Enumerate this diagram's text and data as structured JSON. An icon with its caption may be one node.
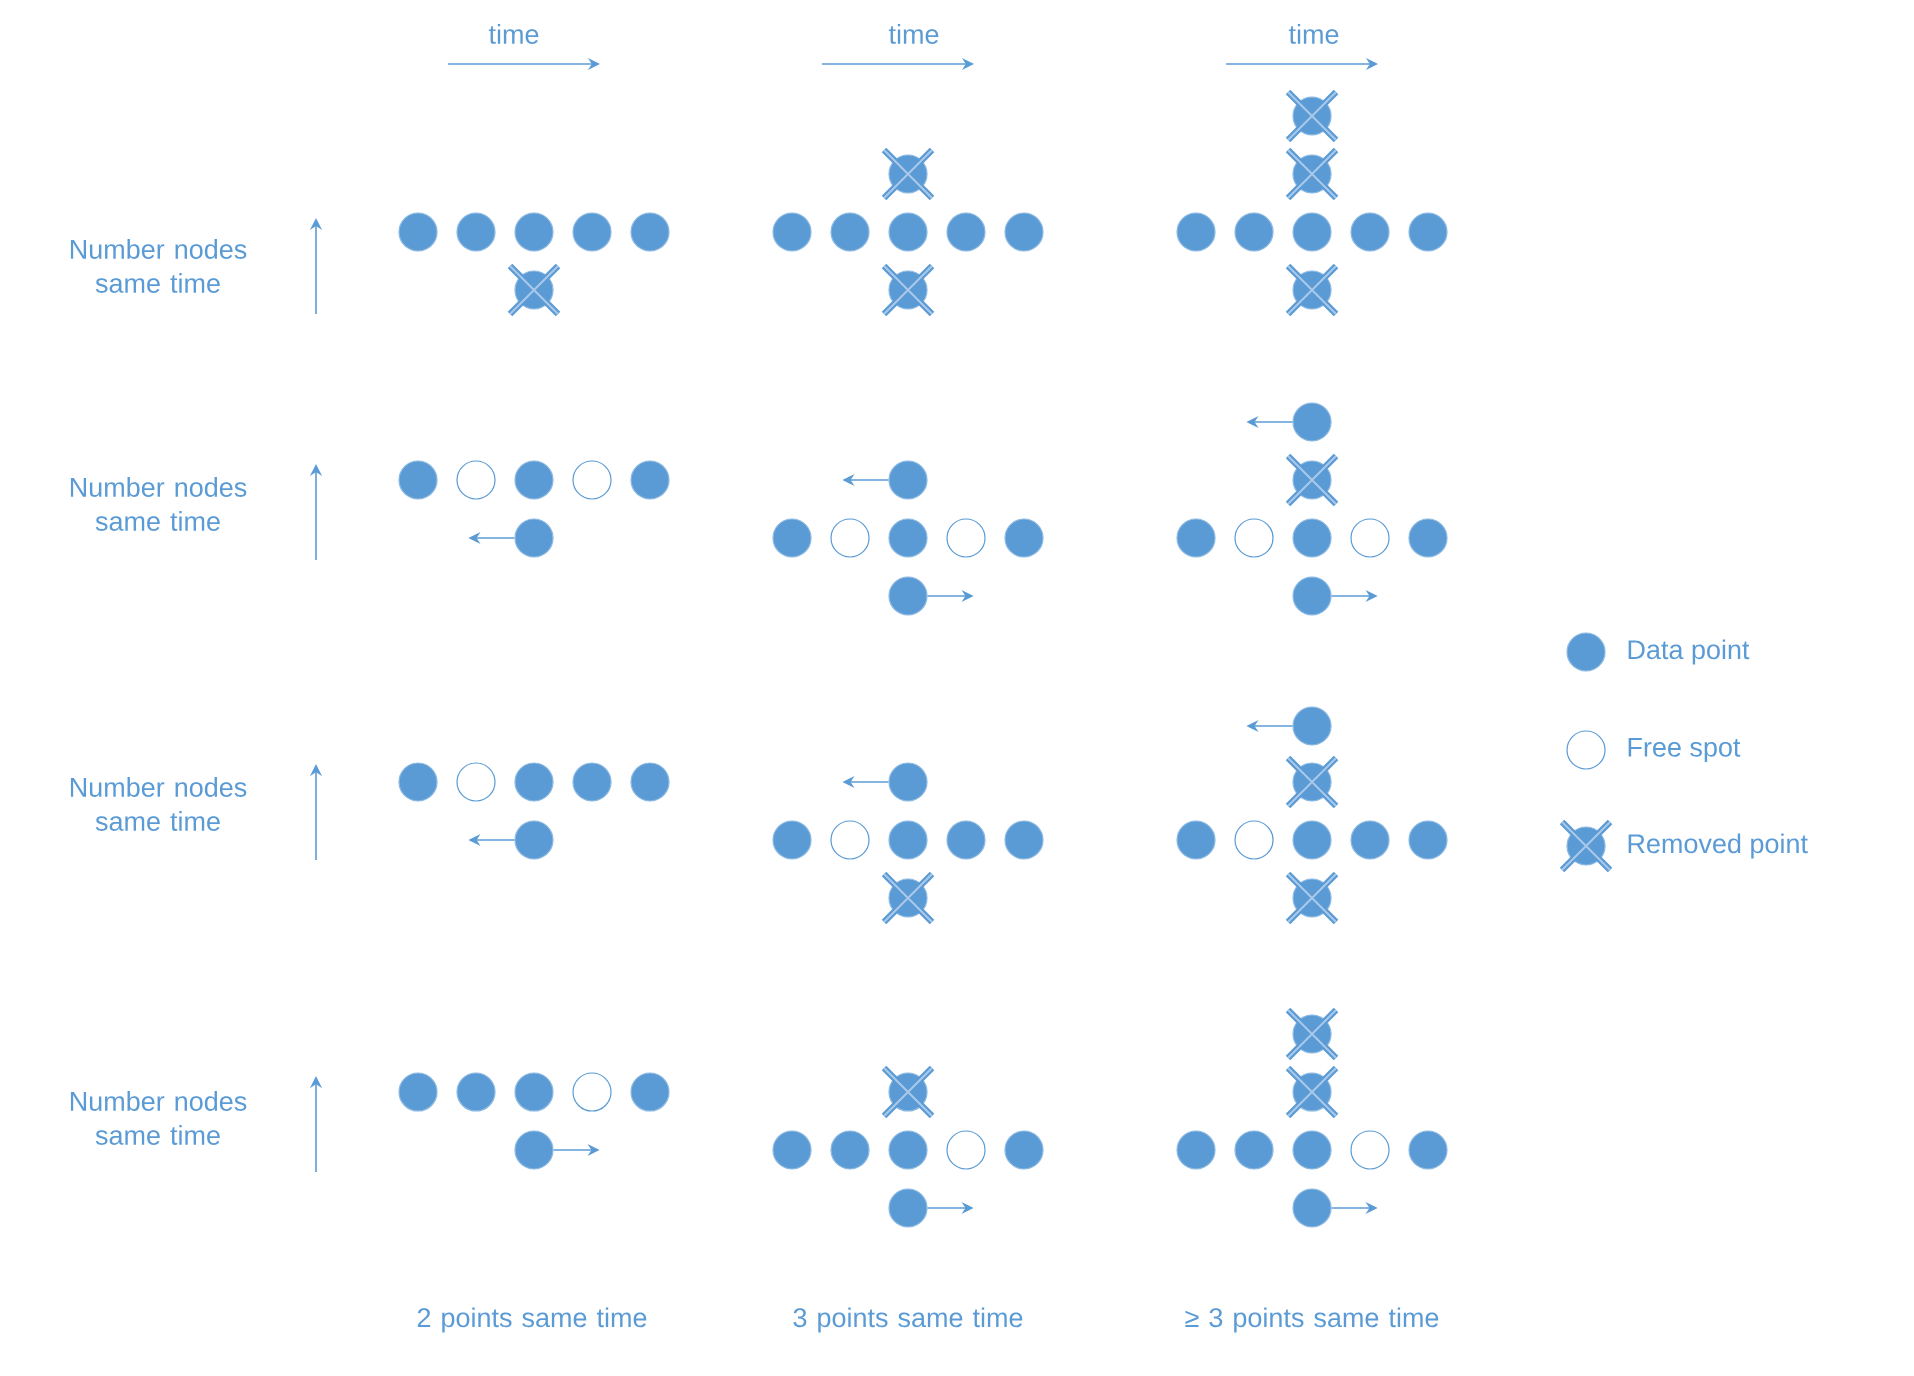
{
  "diagram": {
    "nodes": [
      {
        "text": [],
        "shape": "circle"
      },
      {
        "text": [],
        "shape": "circle"
      },
      {
        "text": [],
        "shape": "circle"
      },
      {
        "text": [],
        "shape": "circle"
      },
      {
        "text": [],
        "shape": "circle"
      },
      {
        "text": [],
        "shape": "cross"
      },
      {
        "text": [],
        "shape": "cross"
      },
      {
        "text": [],
        "shape": "circle"
      },
      {
        "text": [],
        "shape": "circle"
      },
      {
        "text": [],
        "shape": "circle"
      },
      {
        "text": [],
        "shape": "circle"
      },
      {
        "text": [],
        "shape": "circle"
      },
      {
        "text": [],
        "shape": "cross"
      },
      {
        "text": [],
        "shape": "cross"
      },
      {
        "text": [],
        "shape": "cross"
      },
      {
        "text": [],
        "shape": "circle"
      },
      {
        "text": [],
        "shape": "circle"
      },
      {
        "text": [],
        "shape": "circle"
      },
      {
        "text": [],
        "shape": "circle"
      },
      {
        "text": [],
        "shape": "circle"
      },
      {
        "text": [],
        "shape": "cross"
      },
      {
        "text": [],
        "shape": "circle"
      },
      {
        "text": [],
        "shape": "ring"
      },
      {
        "text": [],
        "shape": "circle"
      },
      {
        "text": [],
        "shape": "ring"
      },
      {
        "text": [],
        "shape": "circle"
      },
      {
        "text": [],
        "shape": "circle"
      },
      {
        "text": [],
        "shape": "circle"
      },
      {
        "text": [],
        "shape": "circle"
      },
      {
        "text": [],
        "shape": "ring"
      },
      {
        "text": [],
        "shape": "circle"
      },
      {
        "text": [],
        "shape": "ring"
      },
      {
        "text": [],
        "shape": "circle"
      },
      {
        "text": [],
        "shape": "circle"
      },
      {
        "text": [],
        "shape": "circle"
      },
      {
        "text": [],
        "shape": "cross"
      },
      {
        "text": [],
        "shape": "circle"
      },
      {
        "text": [],
        "shape": "ring"
      },
      {
        "text": [],
        "shape": "circle"
      },
      {
        "text": [],
        "shape": "ring"
      },
      {
        "text": [],
        "shape": "circle"
      },
      {
        "text": [],
        "shape": "circle"
      },
      {
        "text": [],
        "shape": "circle"
      },
      {
        "text": [],
        "shape": "ring"
      },
      {
        "text": [],
        "shape": "circle"
      },
      {
        "text": [],
        "shape": "circle"
      },
      {
        "text": [],
        "shape": "circle"
      },
      {
        "text": [],
        "shape": "circle"
      },
      {
        "text": [],
        "shape": "circle"
      },
      {
        "text": [],
        "shape": "circle"
      },
      {
        "text": [],
        "shape": "ring"
      },
      {
        "text": [],
        "shape": "circle"
      },
      {
        "text": [],
        "shape": "circle"
      },
      {
        "text": [],
        "shape": "circle"
      },
      {
        "text": [],
        "shape": "cross"
      },
      {
        "text": [],
        "shape": "circle"
      },
      {
        "text": [],
        "shape": "cross"
      },
      {
        "text": [],
        "shape": "circle"
      },
      {
        "text": [],
        "shape": "ring"
      },
      {
        "text": [],
        "shape": "circle"
      },
      {
        "text": [],
        "shape": "circle"
      },
      {
        "text": [],
        "shape": "circle"
      },
      {
        "text": [],
        "shape": "cross"
      },
      {
        "text": [],
        "shape": "circle"
      },
      {
        "text": [],
        "shape": "circle"
      },
      {
        "text": [],
        "shape": "circle"
      },
      {
        "text": [],
        "shape": "ring"
      },
      {
        "text": [],
        "shape": "circle"
      },
      {
        "text": [],
        "shape": "circle"
      },
      {
        "text": [],
        "shape": "cross"
      },
      {
        "text": [],
        "shape": "circle"
      },
      {
        "text": [],
        "shape": "circle"
      },
      {
        "text": [],
        "shape": "circle"
      },
      {
        "text": [],
        "shape": "ring"
      },
      {
        "text": [],
        "shape": "circle"
      },
      {
        "text": [],
        "shape": "circle"
      },
      {
        "text": [],
        "shape": "cross"
      },
      {
        "text": [],
        "shape": "cross"
      },
      {
        "text": [],
        "shape": "circle"
      },
      {
        "text": [],
        "shape": "circle"
      },
      {
        "text": [],
        "shape": "circle"
      },
      {
        "text": [],
        "shape": "ring"
      },
      {
        "text": [],
        "shape": "circle"
      },
      {
        "text": [],
        "shape": "circle"
      }
    ],
    "edges": [
      {
        "from": 26,
        "to": null,
        "arrow": "to"
      },
      {
        "from": 27,
        "to": null,
        "arrow": "to"
      },
      {
        "from": 33,
        "to": null,
        "arrow": "to"
      },
      {
        "from": 34,
        "to": null,
        "arrow": "to"
      },
      {
        "from": 41,
        "to": null,
        "arrow": "to"
      },
      {
        "from": 47,
        "to": null,
        "arrow": "to"
      },
      {
        "from": 48,
        "to": null,
        "arrow": "to"
      },
      {
        "from": 55,
        "to": null,
        "arrow": "to"
      },
      {
        "from": 68,
        "to": null,
        "arrow": "to"
      },
      {
        "from": 75,
        "to": null,
        "arrow": "to"
      },
      {
        "from": 83,
        "to": null,
        "arrow": "to"
      }
    ],
    "labels": [
      "time",
      "time",
      "time",
      "Number nodes same time",
      "Number nodes same time",
      "Number nodes same time",
      "Number nodes same time",
      "2 points same time",
      "3 points same time",
      "≥ 3 points same time"
    ],
    "legend": [
      {
        "text": "Data point"
      },
      {
        "text": "Free spot"
      },
      {
        "text": "Removed point"
      }
    ]
  }
}
